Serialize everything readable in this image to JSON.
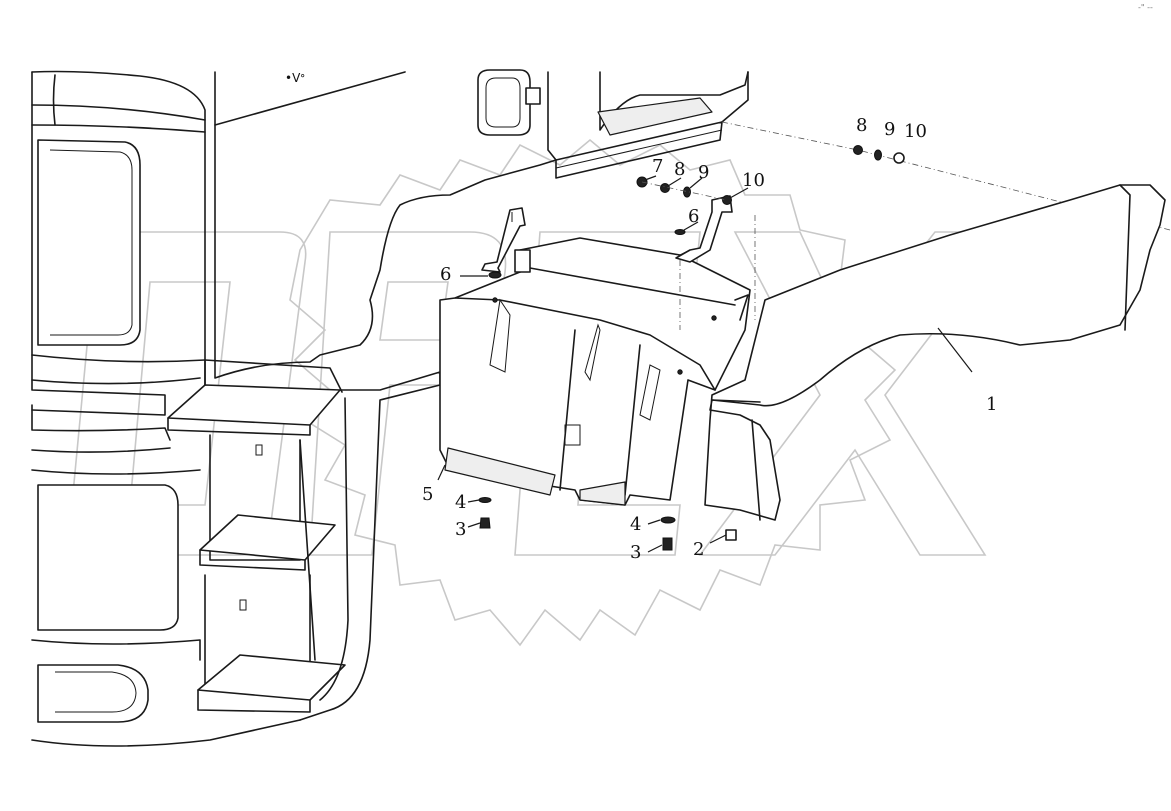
{
  "drawing": {
    "corner_mark": "-\" --",
    "callouts": [
      {
        "id": "c1",
        "label": "1"
      },
      {
        "id": "c2",
        "label": "2"
      },
      {
        "id": "c3a",
        "label": "3"
      },
      {
        "id": "c3b",
        "label": "3"
      },
      {
        "id": "c4a",
        "label": "4"
      },
      {
        "id": "c4b",
        "label": "4"
      },
      {
        "id": "c5",
        "label": "5"
      },
      {
        "id": "c6a",
        "label": "6"
      },
      {
        "id": "c6b",
        "label": "6"
      },
      {
        "id": "c7",
        "label": "7"
      },
      {
        "id": "c8a",
        "label": "8"
      },
      {
        "id": "c8b",
        "label": "8"
      },
      {
        "id": "c9a",
        "label": "9"
      },
      {
        "id": "c9b",
        "label": "9"
      },
      {
        "id": "c10a",
        "label": "10"
      },
      {
        "id": "c10b",
        "label": "10"
      }
    ]
  }
}
